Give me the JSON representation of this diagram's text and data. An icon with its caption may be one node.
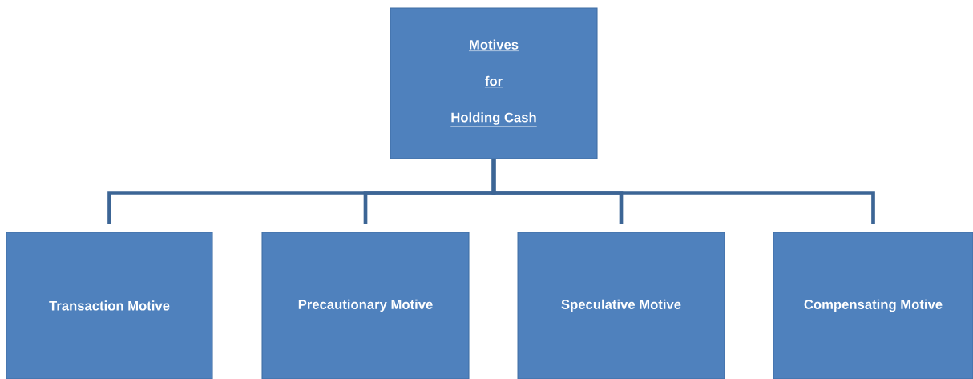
{
  "diagram": {
    "nodes": [
      {
        "text": [
          "Motives",
          "for",
          "Holding Cash"
        ]
      },
      {
        "text": [
          "Transaction Motive"
        ]
      },
      {
        "text": [
          "Precautionary Motive"
        ]
      },
      {
        "text": [
          "Speculative Motive"
        ]
      },
      {
        "text": [
          "Compensating Motive"
        ]
      }
    ],
    "edges": [
      {
        "from": 0,
        "to": 1,
        "arrow": "none"
      },
      {
        "from": 0,
        "to": 2,
        "arrow": "none"
      },
      {
        "from": 0,
        "to": 3,
        "arrow": "none"
      },
      {
        "from": 0,
        "to": 4,
        "arrow": "none"
      }
    ]
  }
}
